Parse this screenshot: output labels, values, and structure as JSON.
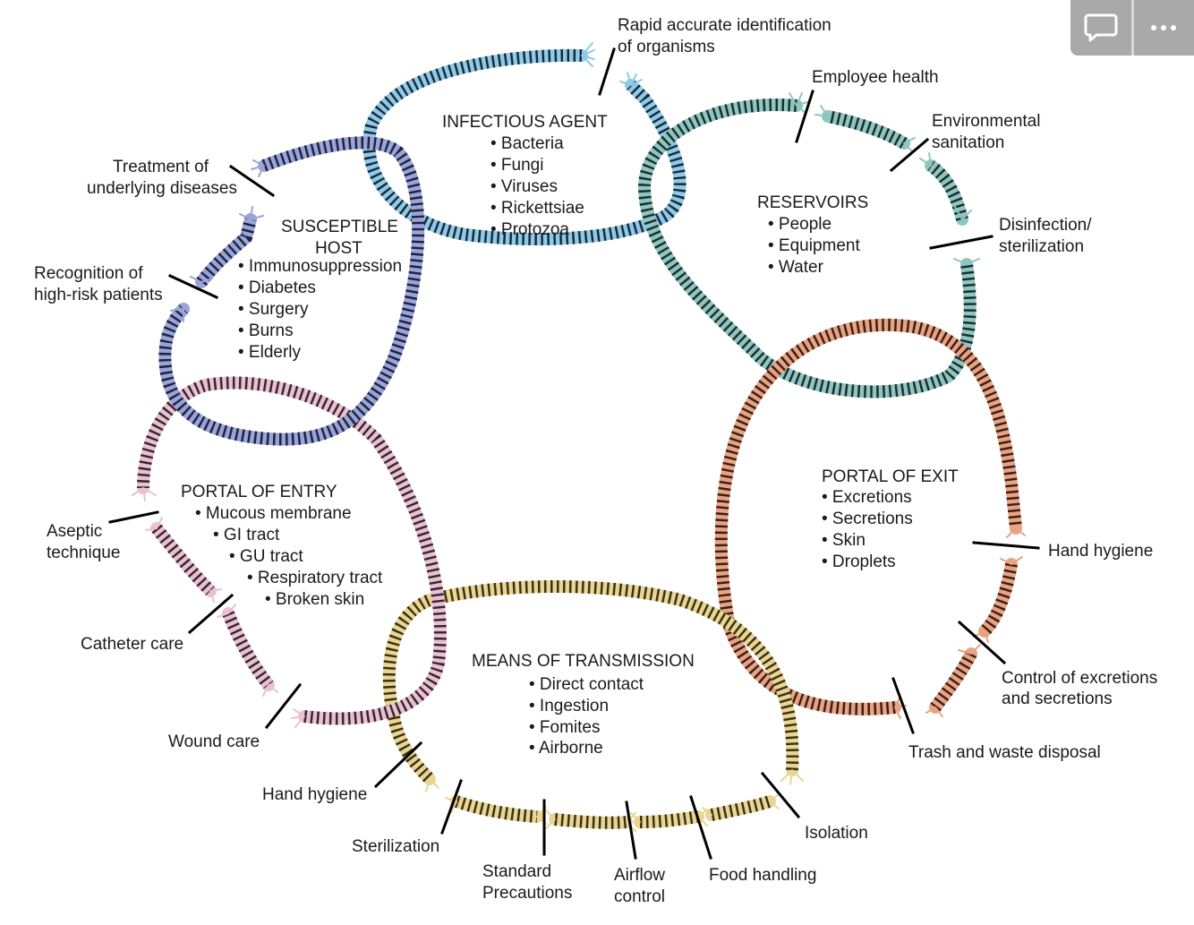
{
  "colors": {
    "agent": "#8ecbe9",
    "reservoir": "#8fc6c1",
    "exit": "#e9a383",
    "transmission": "#e9d594",
    "entry": "#e8c2d3",
    "host": "#9aa4d8"
  },
  "toolbar": {
    "comment_icon": "comment-icon",
    "more_icon": "more-icon"
  },
  "nodes": {
    "infectious_agent": {
      "title": "INFECTIOUS AGENT",
      "items": [
        "• Bacteria",
        "• Fungi",
        "• Viruses",
        "• Rickettsiae",
        "• Protozoa"
      ]
    },
    "reservoirs": {
      "title": "RESERVOIRS",
      "items": [
        "• People",
        "• Equipment",
        "• Water"
      ]
    },
    "portal_of_exit": {
      "title": "PORTAL OF EXIT",
      "items": [
        "• Excretions",
        "• Secretions",
        "• Skin",
        "• Droplets"
      ]
    },
    "means_of_transmission": {
      "title": "MEANS OF TRANSMISSION",
      "items": [
        "• Direct contact",
        "• Ingestion",
        "• Fomites",
        "• Airborne"
      ]
    },
    "portal_of_entry": {
      "title": "PORTAL OF ENTRY",
      "items": [
        "• Mucous membrane",
        "• GI tract",
        "• GU tract",
        "• Respiratory tract",
        "• Broken skin"
      ]
    },
    "susceptible_host": {
      "title1": "SUSCEPTIBLE",
      "title2": "HOST",
      "items": [
        "• Immunosuppression",
        "• Diabetes",
        "• Surgery",
        "• Burns",
        "• Elderly"
      ]
    }
  },
  "breaks": {
    "rapid_id": [
      "Rapid accurate identification",
      "of organisms"
    ],
    "employee_health": "Employee health",
    "env_sanitation": [
      "Environmental",
      "sanitation"
    ],
    "disinfection": [
      "Disinfection/",
      "sterilization"
    ],
    "hand_hygiene_exit": "Hand hygiene",
    "control_excretions": [
      "Control of excretions",
      "and secretions"
    ],
    "trash": "Trash and waste disposal",
    "isolation": "Isolation",
    "food_handling": "Food handling",
    "airflow": [
      "Airflow",
      "control"
    ],
    "standard_precautions": [
      "Standard",
      "Precautions"
    ],
    "sterilization": "Sterilization",
    "hand_hygiene_entry": "Hand hygiene",
    "wound_care": "Wound care",
    "catheter_care": "Catheter care",
    "aseptic": [
      "Aseptic",
      "technique"
    ],
    "recognition": [
      "Recognition of",
      "high-risk patients"
    ],
    "treatment": [
      "Treatment of",
      "underlying diseases"
    ]
  }
}
